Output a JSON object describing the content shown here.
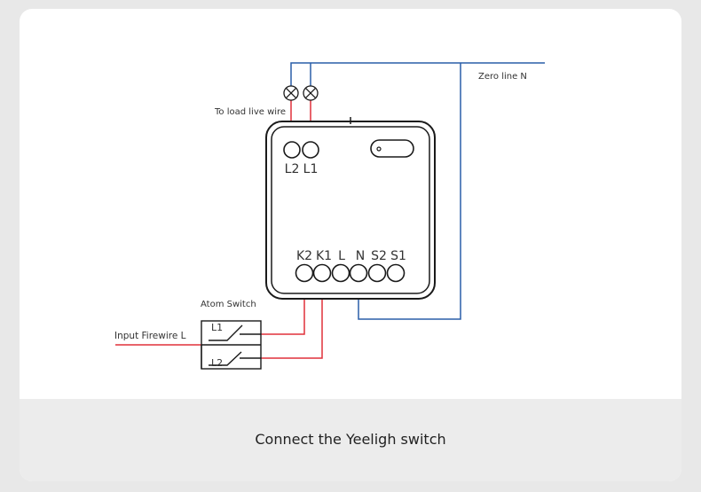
{
  "colors": {
    "red_wire": "#e0303a",
    "blue_wire": "#2a5fa8",
    "device_outline": "#1a1a1a",
    "background_card": "#ffffff",
    "footer": "#ececec"
  },
  "labels": {
    "zero_line": "Zero line N",
    "load_live_wire": "To load live wire",
    "atom_switch": "Atom Switch",
    "input_firewire": "Input Firewire L"
  },
  "terminals": {
    "top": [
      "L2",
      "L1"
    ],
    "bottom": [
      "K2",
      "K1",
      "L",
      "N",
      "S2",
      "S1"
    ]
  },
  "switch": {
    "gang1": "L1",
    "gang2": "L2"
  },
  "icons": [
    "lamp-icon",
    "lamp-icon"
  ],
  "caption": "Connect the Yeeligh switch"
}
